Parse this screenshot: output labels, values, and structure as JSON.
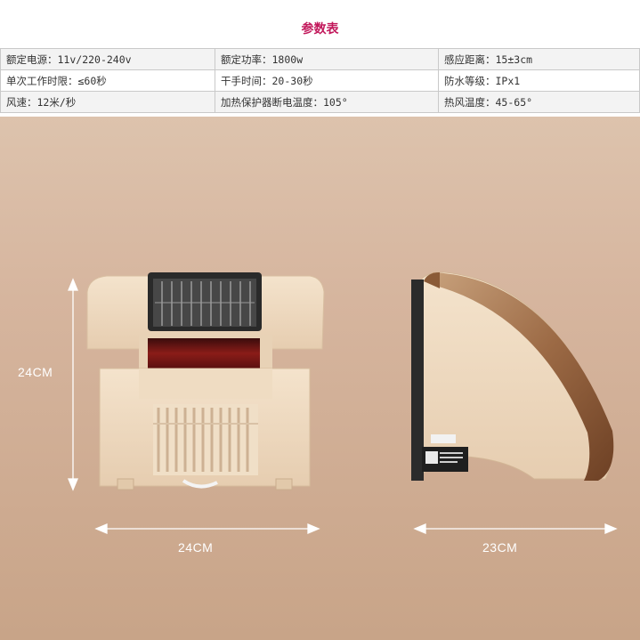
{
  "spec": {
    "title": "参数表",
    "rows": [
      [
        "额定电源：11v/220-240v",
        "额定功率：1800w",
        "感应距离：15±3cm"
      ],
      [
        "单次工作时限：≤60秒",
        "干手时间：20-30秒",
        "防水等级：IPx1"
      ],
      [
        "风速：12米/秒",
        "加热保护器断电温度：105°",
        "热风温度：45-65°"
      ]
    ]
  },
  "dimensions": {
    "front_height": "24CM",
    "front_width": "24CM",
    "side_width": "23CM"
  },
  "colors": {
    "title": "#c2185b",
    "background": "#d6b59e",
    "body": "#ead4b6"
  }
}
